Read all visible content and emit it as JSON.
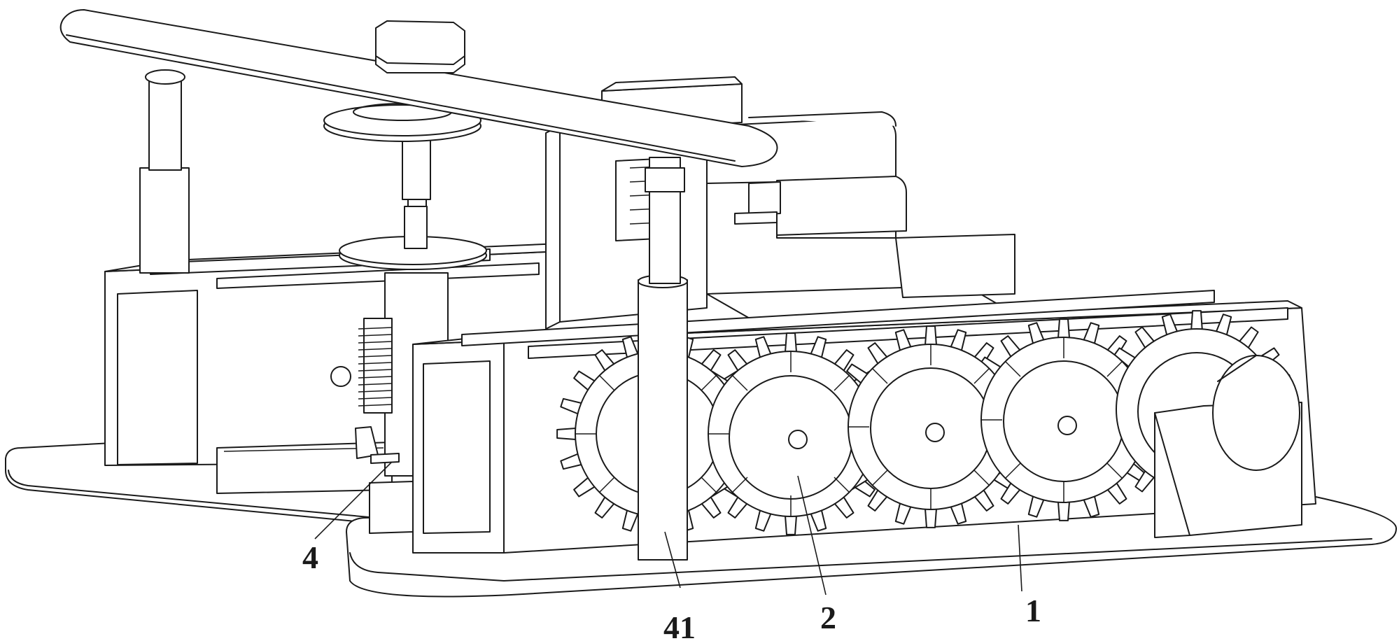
{
  "figure": {
    "labels": {
      "base": "1",
      "gear": "2",
      "clamp": "4",
      "column": "41"
    }
  }
}
